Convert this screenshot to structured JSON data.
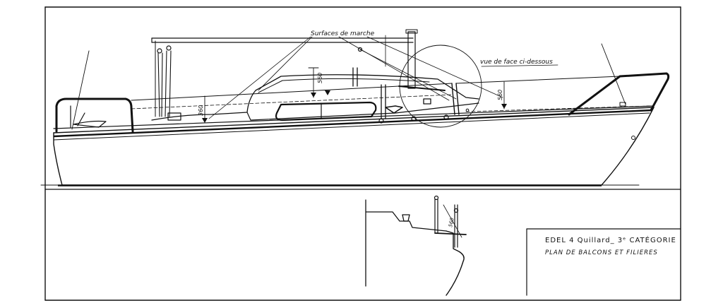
{
  "drawing": {
    "title_block": {
      "line1": "EDEL 4  Quillard_ 3ᵉ CATÉGORIE",
      "line2": "PLAN DE BALCONS ET FILIERES"
    },
    "annotations": {
      "walking_surfaces": "Surfaces de marche",
      "front_view": "vue de face ci-dessous"
    },
    "dimensions": {
      "d1": "560",
      "d2": "360",
      "d3": "560"
    }
  }
}
